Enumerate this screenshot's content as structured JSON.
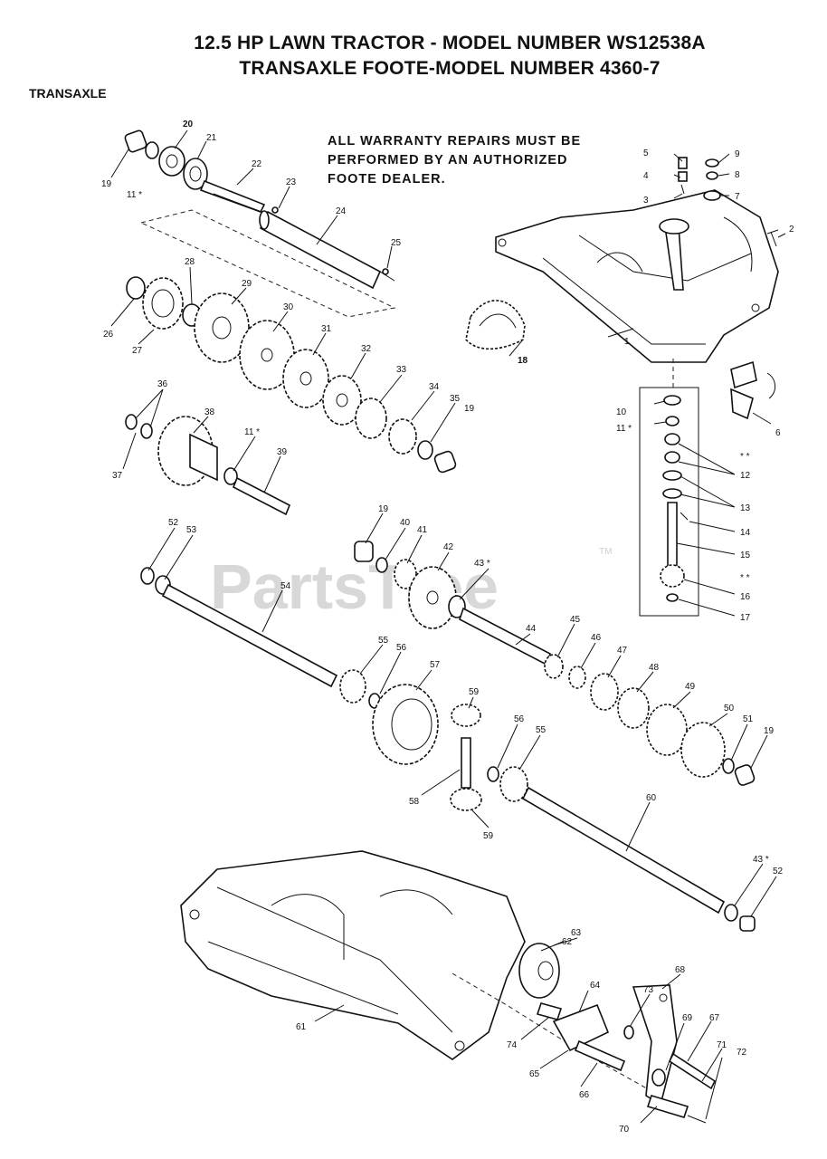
{
  "header": {
    "title_line1": "12.5 HP LAWN TRACTOR - MODEL NUMBER WS12538A",
    "title_line2": "TRANSAXLE FOOTE-MODEL NUMBER 4360-7",
    "section": "TRANSAXLE"
  },
  "notice": {
    "line1": "ALL WARRANTY REPAIRS MUST BE",
    "line2": "PERFORMED BY AN AUTHORIZED",
    "line3": "FOOTE DEALER."
  },
  "watermark": {
    "text": "PartsTree",
    "tm": "TM"
  },
  "callouts": {
    "c1": "1",
    "c2": "2",
    "c3": "3",
    "c4": "4",
    "c5": "5",
    "c6": "6",
    "c7": "7",
    "c8": "8",
    "c9": "9",
    "c10": "10",
    "c11a": "11 *",
    "c11b": "11 *",
    "c11c": "11 *",
    "c12": "12",
    "c13": "13",
    "c14": "14",
    "c15": "15",
    "c16": "16",
    "c17": "17",
    "c18": "18",
    "c19a": "19",
    "c19b": "19",
    "c19c": "19",
    "c19d": "19",
    "c20": "20",
    "c21": "21",
    "c22": "22",
    "c23": "23",
    "c24": "24",
    "c25": "25",
    "c26": "26",
    "c27": "27",
    "c28": "28",
    "c29": "29",
    "c30": "30",
    "c31": "31",
    "c32": "32",
    "c33": "33",
    "c34": "34",
    "c35": "35",
    "c36": "36",
    "c37": "37",
    "c38": "38",
    "c39": "39",
    "c40": "40",
    "c41": "41",
    "c42": "42",
    "c43a": "43 *",
    "c43b": "43 *",
    "c44": "44",
    "c45": "45",
    "c46": "46",
    "c47": "47",
    "c48": "48",
    "c49": "49",
    "c50": "50",
    "c51": "51",
    "c52a": "52",
    "c52b": "52",
    "c53": "53",
    "c54": "54",
    "c55a": "55",
    "c55b": "55",
    "c56a": "56",
    "c56b": "56",
    "c57": "57",
    "c58": "58",
    "c59a": "59",
    "c59b": "59",
    "c60": "60",
    "c61": "61",
    "c62": "62",
    "c63": "63",
    "c64": "64",
    "c65": "65",
    "c66": "66",
    "c67": "67",
    "c68": "68",
    "c69": "69",
    "c70": "70",
    "c71": "71",
    "c72": "72",
    "c73": "73",
    "c74": "74",
    "stars12": "* *",
    "stars16": "* *"
  }
}
